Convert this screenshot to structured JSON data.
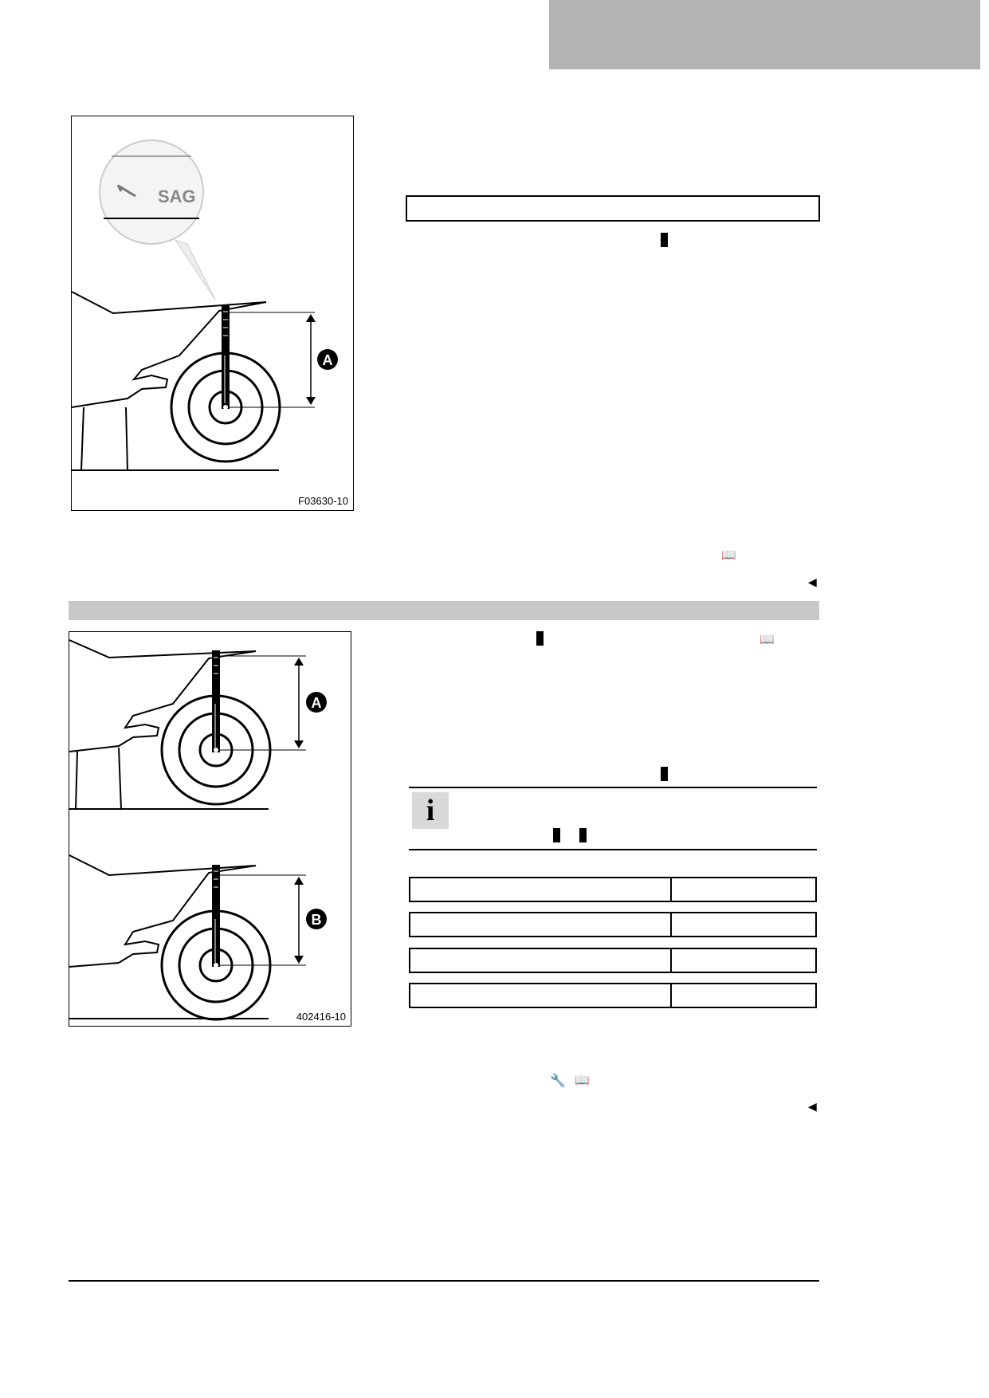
{
  "figures": {
    "first_code": "F03630-10",
    "first_callout_text": "SAG",
    "first_label": "A",
    "second_code": "402416-10",
    "second_label_top": "A",
    "second_label_bottom": "B"
  },
  "icons": {
    "book": "book-reference-icon",
    "end": "end-of-section-icon",
    "wrench": "wrench-icon",
    "info": "info-icon",
    "info_glyph": "i"
  },
  "colors": {
    "tab": "#b3b3b3",
    "section_bar": "#c8c8c8",
    "info_bg": "#d8d8d8"
  }
}
